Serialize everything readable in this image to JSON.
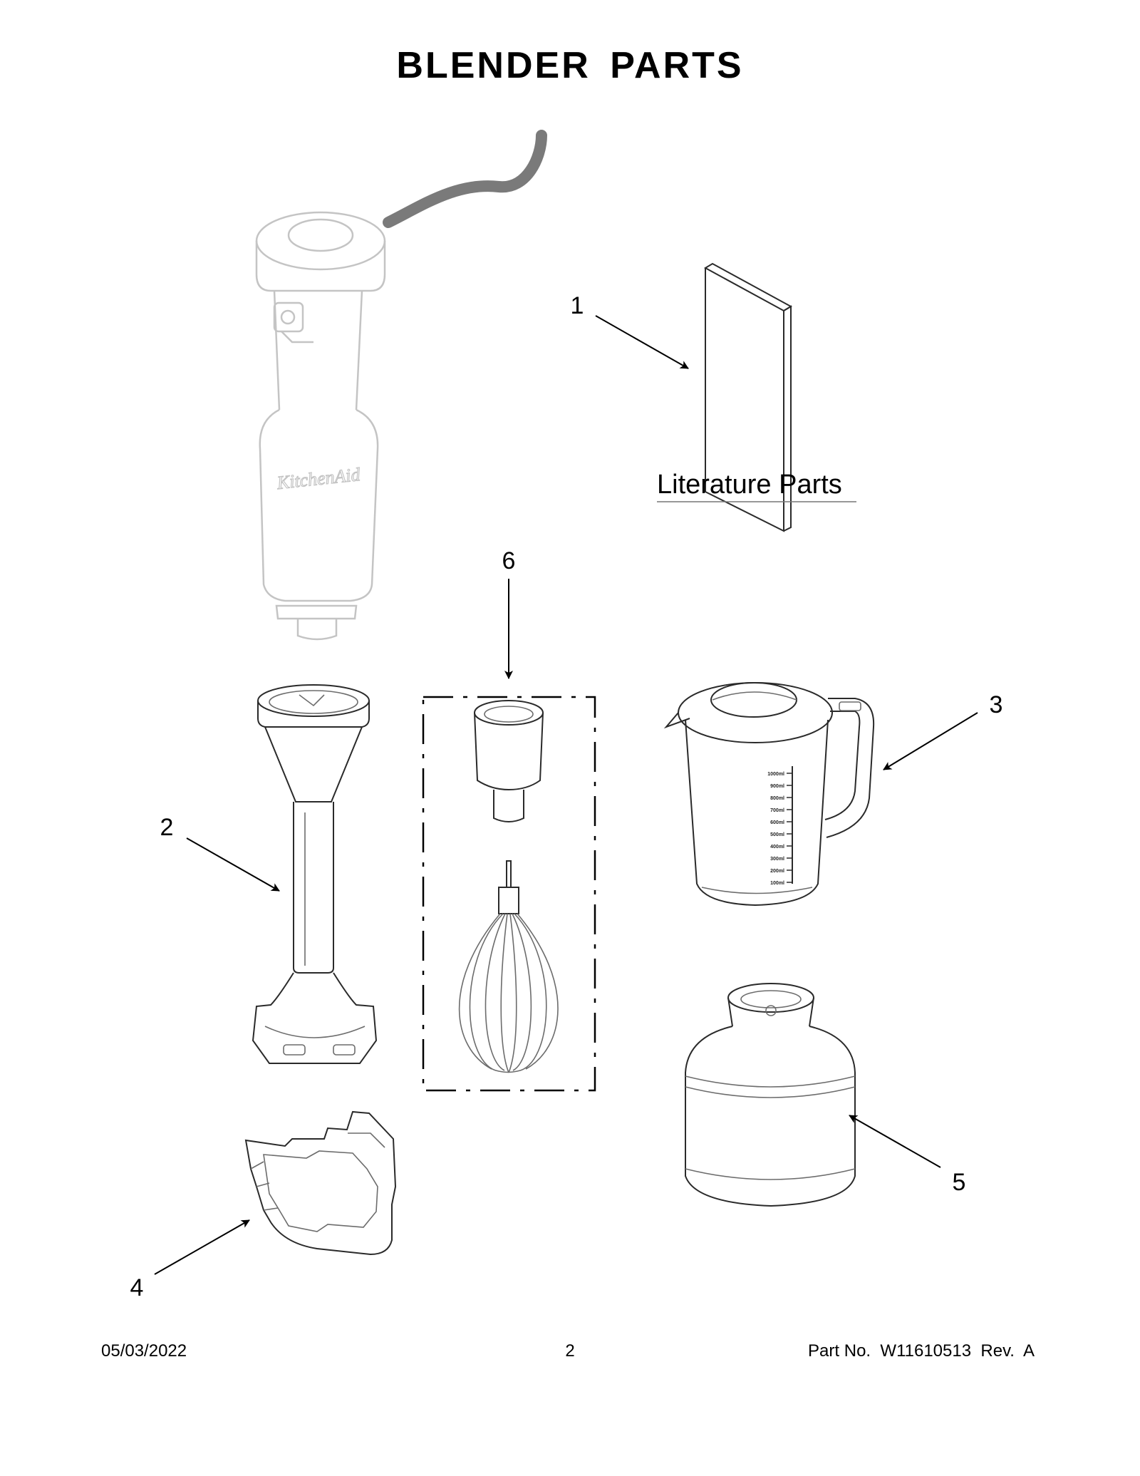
{
  "page": {
    "title": "BLENDER PARTS"
  },
  "literature": {
    "label": "Literature Parts"
  },
  "callouts": [
    {
      "id": "1",
      "label": "1"
    },
    {
      "id": "2",
      "label": "2"
    },
    {
      "id": "3",
      "label": "3"
    },
    {
      "id": "4",
      "label": "4"
    },
    {
      "id": "5",
      "label": "5"
    },
    {
      "id": "6",
      "label": "6"
    }
  ],
  "pitcher": {
    "scale_marks": [
      "1000ml",
      "900ml",
      "800ml",
      "700ml",
      "600ml",
      "500ml",
      "400ml",
      "300ml",
      "200ml",
      "100ml"
    ]
  },
  "footer": {
    "date": "05/03/2022",
    "page_number": "2",
    "part_info": "Part No.  W11610513  Rev.  A"
  },
  "colors": {
    "ghost_outline": "#c4c4c4",
    "part_outline": "#2a2a2a",
    "cord": "#7a7a7a"
  }
}
